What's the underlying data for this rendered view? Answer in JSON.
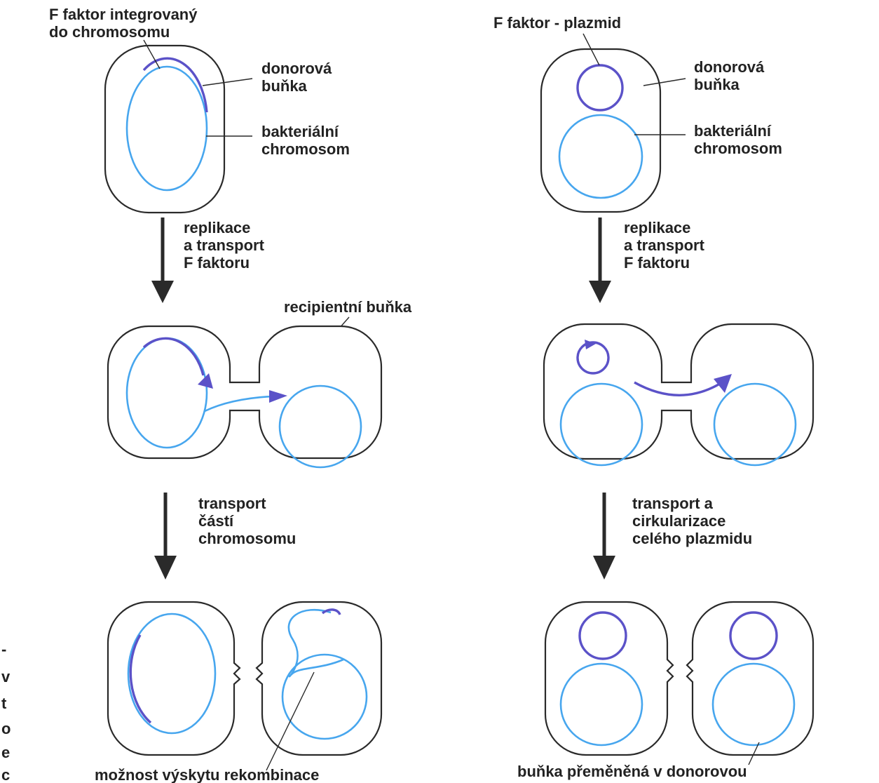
{
  "colors": {
    "chromosome": "#47a6ee",
    "f_factor": "#5b52c8",
    "outline": "#2a2a2a",
    "text": "#222222"
  },
  "left": {
    "top_label_line1": "F faktor integrovaný",
    "top_label_line2": "do chromosomu",
    "donor_line1": "donorová",
    "donor_line2": "buňka",
    "chrom_line1": "bakteriální",
    "chrom_line2": "chromosom",
    "step1_line1": "replikace",
    "step1_line2": "a transport",
    "step1_line3": "F faktoru",
    "recipient_label": "recipientní buňka",
    "step2_line1": "transport",
    "step2_line2": "částí",
    "step2_line3": "chromosomu",
    "bottom_label": "možnost výskytu rekombinace"
  },
  "right": {
    "top_label": "F faktor - plazmid",
    "donor_line1": "donorová",
    "donor_line2": "buňka",
    "chrom_line1": "bakteriální",
    "chrom_line2": "chromosom",
    "step1_line1": "replikace",
    "step1_line2": "a transport",
    "step1_line3": "F faktoru",
    "step2_line1": "transport a",
    "step2_line2": "cirkularizace",
    "step2_line3": "celého plazmidu",
    "bottom_label": "buňka přeměněná v donorovou"
  },
  "margin_fragments": [
    "-",
    "v",
    "t",
    "o",
    "e",
    "c"
  ]
}
